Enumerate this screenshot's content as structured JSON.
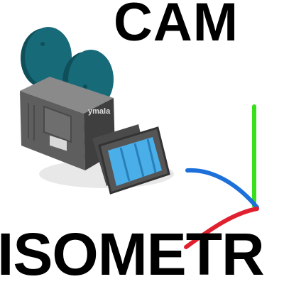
{
  "title_top": "CAM",
  "title_bottom": "ISOMETR",
  "camera_badge": "ymala",
  "illustration": {
    "subject": "video-camera-icon",
    "axes_icon": "xyz-axes-icon"
  },
  "colors": {
    "reel": "#176a78",
    "reel_shadow": "#0f4f5a",
    "body_front": "#5e5e5e",
    "body_side": "#3f3f3f",
    "body_top": "#8a8a8a",
    "lens_glass": "#4aaee8",
    "axis_x": "#e0202e",
    "axis_y": "#38e01c",
    "axis_z": "#1d6fd9",
    "text": "#000000"
  }
}
